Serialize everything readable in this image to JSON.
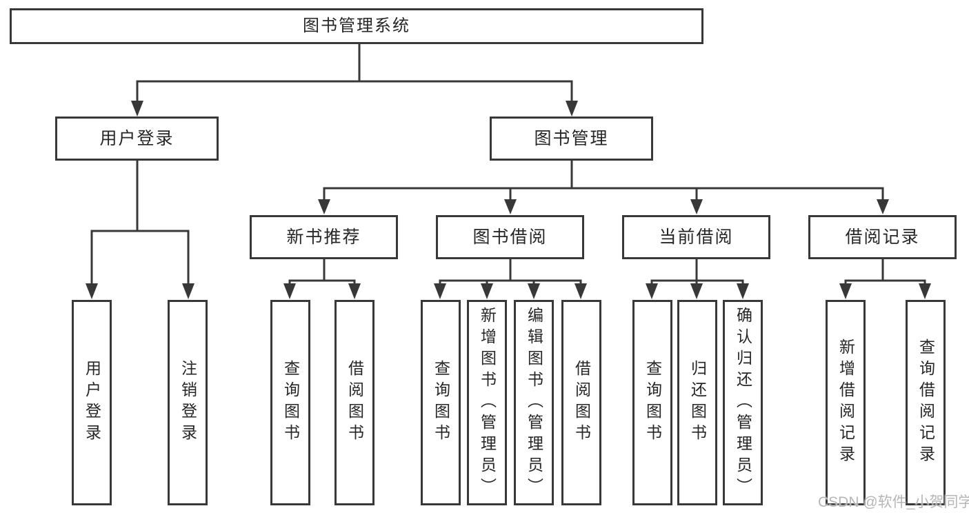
{
  "diagram": {
    "nodes": {
      "root": "图书管理系统",
      "user_login": "用户登录",
      "book_management": "图书管理",
      "new_book_recommend": "新书推荐",
      "book_borrowing": "图书借阅",
      "current_borrowing": "当前借阅",
      "borrowing_records": "借阅记录",
      "leaf_user_login": "用户登录",
      "leaf_logout": "注销登录",
      "leaf_recommend_query_books": "查询图书",
      "leaf_recommend_borrow_books": "借阅图书",
      "leaf_borrowing_query_books": "查询图书",
      "leaf_borrowing_add_books": "新增图书（管理员）",
      "leaf_borrowing_edit_books": "编辑图书（管理员）",
      "leaf_borrowing_borrow_books": "借阅图书",
      "leaf_current_query_books": "查询图书",
      "leaf_current_return_books": "归还图书",
      "leaf_current_confirm_return": "确认归还（管理员）",
      "leaf_records_add_record": "新增借阅记录",
      "leaf_records_query_record": "查询借阅记录"
    },
    "colors": {
      "line": "#383838",
      "box_border": "#383838",
      "text": "#262626",
      "background": "#ffffff",
      "watermark": "#b2b2b2"
    }
  },
  "watermark": {
    "text": "CSDN @软件_小贺同学"
  }
}
